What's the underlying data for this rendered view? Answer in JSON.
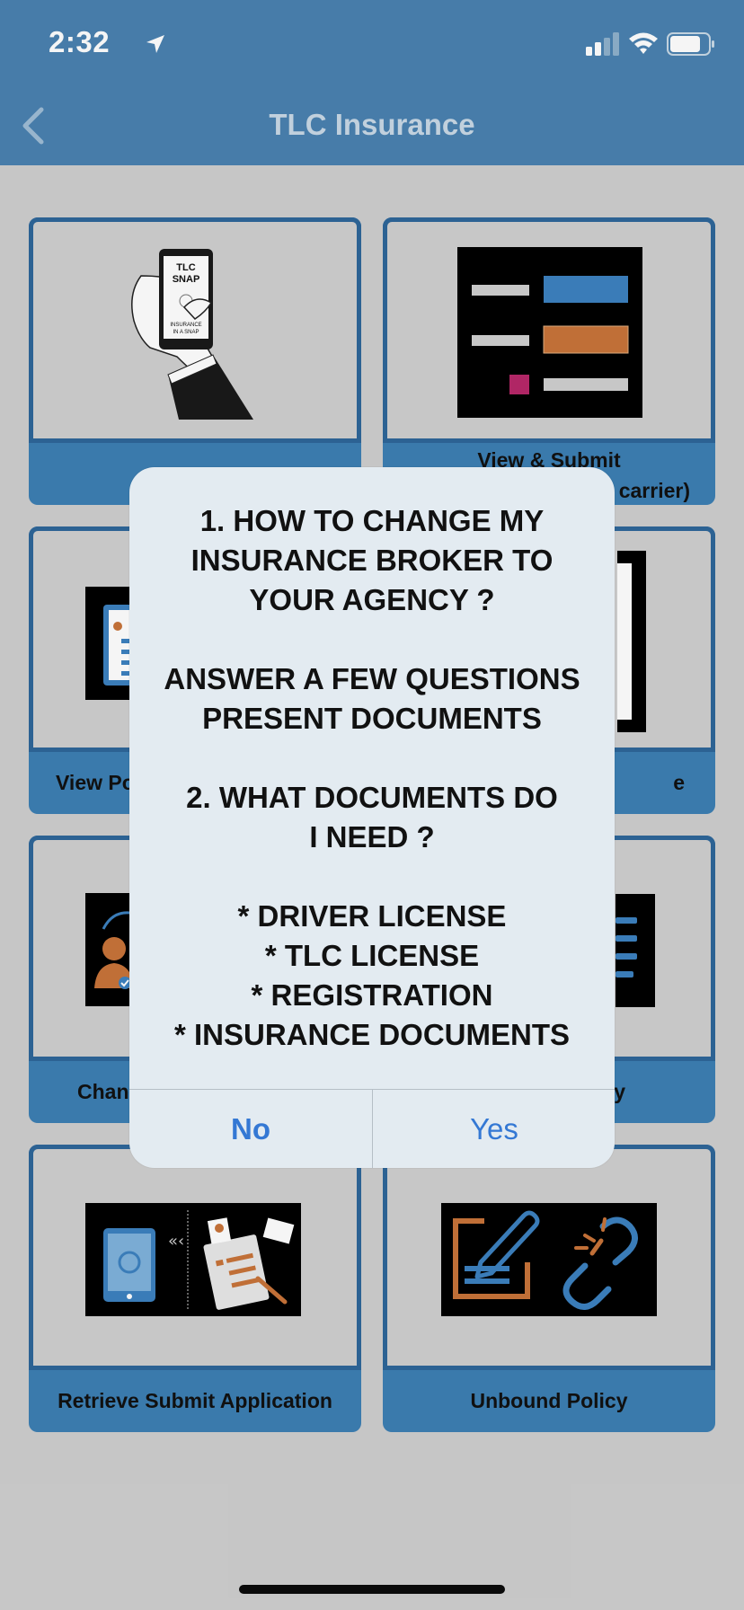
{
  "status_bar": {
    "time": "2:32",
    "icons": [
      "location-arrow-icon",
      "cellular-signal-icon",
      "wifi-icon",
      "battery-icon"
    ]
  },
  "nav": {
    "back_icon": "chevron-left-icon",
    "title": "TLC Insurance"
  },
  "tiles": [
    {
      "label": "",
      "art": "TLC SNAP phone in hand",
      "art_text": [
        "TLC",
        "SNAP",
        "INSURANCE",
        "IN A SNAP"
      ]
    },
    {
      "label": "View & Submit\n(to new carrier)",
      "visible_label": "View & Submit",
      "visible_label_2": "carrier)"
    },
    {
      "label": "View Po",
      "art": "clipboard-document-icon"
    },
    {
      "label": "e",
      "art": "document-frame-icon"
    },
    {
      "label": "Chan",
      "art": "change-broker-person-icon"
    },
    {
      "label": "y",
      "art": "list-icon"
    },
    {
      "label": "Retrieve Submit Application",
      "art": "retrieve-application-icon"
    },
    {
      "label": "Unbound Policy",
      "art": "edit-and-broken-link-icon"
    }
  ],
  "alert": {
    "message": "1. HOW TO CHANGE MY\nINSURANCE BROKER TO\nYOUR AGENCY ?\n\nANSWER A FEW QUESTIONS\nPRESENT DOCUMENTS\n\n2. WHAT DOCUMENTS DO\nI NEED ?\n\n* DRIVER LICENSE\n* TLC LICENSE\n* REGISTRATION\n* INSURANCE DOCUMENTS",
    "no_label": "No",
    "yes_label": "Yes"
  },
  "colors": {
    "header_blue": "#4a82b0",
    "tile_blue": "#3d7fb3",
    "tile_border": "#2e669a",
    "accent_orange": "#c8743a",
    "accent_magenta": "#b8286a",
    "button_blue": "#3478d4"
  }
}
